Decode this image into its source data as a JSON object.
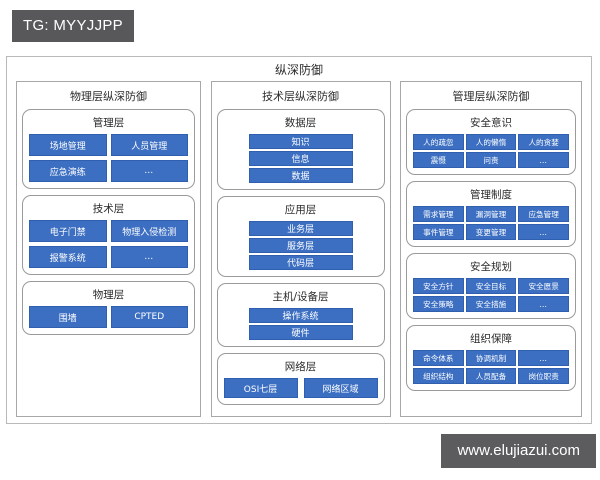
{
  "watermarks": {
    "tg": "TG: MYYJJPP",
    "site": "www.elujiazui.com"
  },
  "diagram": {
    "title": "纵深防御",
    "columns": [
      {
        "name": "physical-column",
        "title": "物理层纵深防御",
        "groups": [
          {
            "name": "management-layer",
            "title": "管理层",
            "layout": "cols-2",
            "cells": [
              "场地管理",
              "人员管理",
              "应急演练",
              "…"
            ]
          },
          {
            "name": "technical-layer",
            "title": "技术层",
            "layout": "cols-2",
            "cells": [
              "电子门禁",
              "物理入侵检测",
              "报警系统",
              "…"
            ]
          },
          {
            "name": "physical-layer",
            "title": "物理层",
            "layout": "cols-2",
            "cells": [
              "围墙",
              "CPTED"
            ]
          }
        ]
      },
      {
        "name": "technical-column",
        "title": "技术层纵深防御",
        "groups": [
          {
            "name": "data-layer",
            "title": "数据层",
            "layout": "stack",
            "cells": [
              "知识",
              "信息",
              "数据"
            ]
          },
          {
            "name": "application-layer",
            "title": "应用层",
            "layout": "stack",
            "cells": [
              "业务层",
              "服务层",
              "代码层"
            ]
          },
          {
            "name": "host-device-layer",
            "title": "主机/设备层",
            "layout": "stack",
            "cells": [
              "操作系统",
              "硬件"
            ]
          },
          {
            "name": "network-layer",
            "title": "网络层",
            "layout": "pair",
            "cells": [
              "OSI七层",
              "网络区域"
            ]
          }
        ]
      },
      {
        "name": "management-column",
        "title": "管理层纵深防御",
        "groups": [
          {
            "name": "security-awareness",
            "title": "安全意识",
            "layout": "cols-3",
            "cells": [
              "人的疏忽",
              "人的懒惰",
              "人的贪婪",
              "震慑",
              "问责",
              "…"
            ]
          },
          {
            "name": "management-system",
            "title": "管理制度",
            "layout": "cols-3",
            "cells": [
              "需求管理",
              "漏洞管理",
              "应急管理",
              "事件管理",
              "变更管理",
              "…"
            ]
          },
          {
            "name": "security-planning",
            "title": "安全规划",
            "layout": "cols-3",
            "cells": [
              "安全方针",
              "安全目标",
              "安全愿景",
              "安全策略",
              "安全措施",
              "…"
            ]
          },
          {
            "name": "organizational-assurance",
            "title": "组织保障",
            "layout": "cols-3",
            "cells": [
              "命令体系",
              "协调机制",
              "…",
              "组织结构",
              "人员配备",
              "岗位职责"
            ]
          }
        ]
      }
    ]
  },
  "colors": {
    "cell_fill": "#3c6fc2",
    "cell_border": "#2f5fae",
    "frame_border": "#b9b9b9",
    "watermark_bg": "#58585a"
  }
}
